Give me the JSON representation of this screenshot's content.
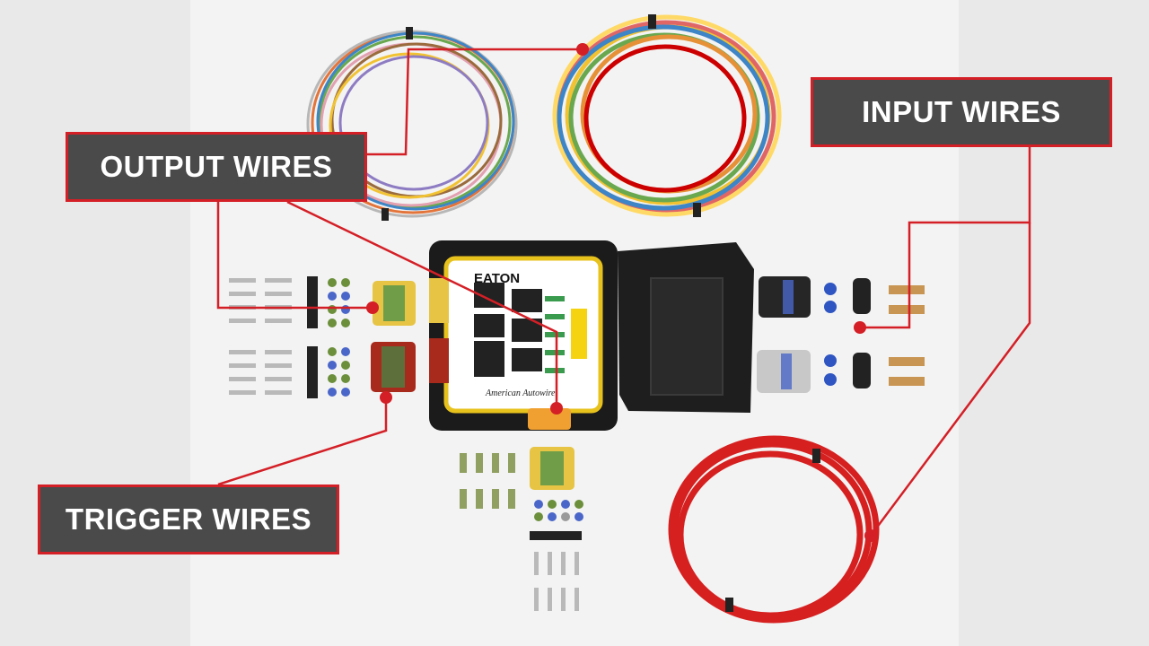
{
  "callouts": {
    "output": "OUTPUT WIRES",
    "input": "INPUT WIRES",
    "trigger": "TRIGGER WIRES"
  },
  "module": {
    "brand_logo": "EATON",
    "maker_label": "American Autowire"
  },
  "colors": {
    "callout_fill": "#4a4a4a",
    "callout_border": "#d41f26",
    "leader_line": "#d41f26",
    "callout_text": "#ffffff"
  }
}
